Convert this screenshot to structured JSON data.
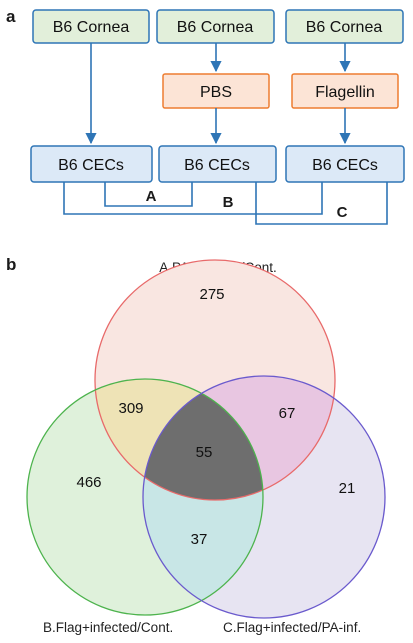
{
  "panel_a": {
    "label": "a",
    "source_boxes": [
      "B6 Cornea",
      "B6 Cornea",
      "B6 Cornea"
    ],
    "treatment_boxes": [
      "PBS",
      "Flagellin"
    ],
    "cec_boxes": [
      "B6 CECs",
      "B6 CECs",
      "B6 CECs"
    ],
    "comparison_labels": [
      "A",
      "B",
      "C"
    ],
    "colors": {
      "green_box": "#e2efda",
      "orange_box": "#fce4d6",
      "blue_box": "#dce9f7",
      "line": "#2e75b6"
    }
  },
  "panel_b": {
    "label": "b",
    "set_labels": {
      "A": "A.PA-infected/Cont.",
      "B": "B.Flag+infected/Cont.",
      "C": "C.Flag+infected/PA-inf."
    },
    "counts": {
      "A_only": "275",
      "AB": "309",
      "AC": "67",
      "ABC": "55",
      "B_only": "466",
      "C_only": "21",
      "BC": "37"
    },
    "colors": {
      "A_stroke": "#e86a6a",
      "B_stroke": "#4db34d",
      "C_stroke": "#6a5acd"
    }
  }
}
